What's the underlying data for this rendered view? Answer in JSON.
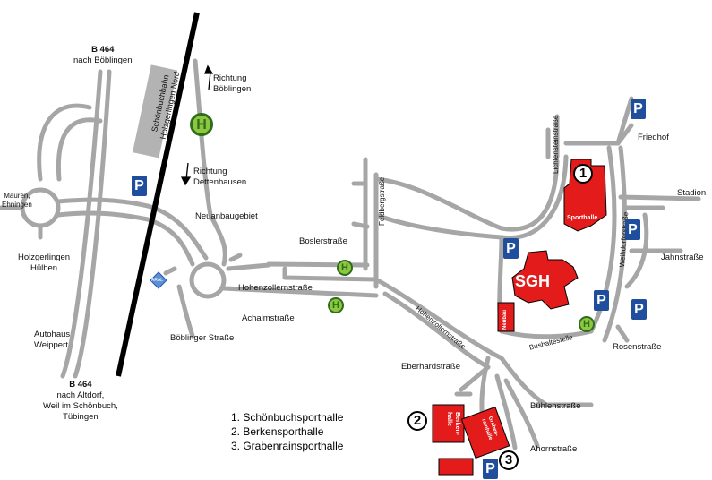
{
  "highway_top": {
    "name": "B 464",
    "dest": "nach Böblingen"
  },
  "highway_bottom": {
    "name": "B 464",
    "dest1": "nach Altdorf,",
    "dest2": "Weil im Schönbuch,",
    "dest3": "Tübingen"
  },
  "railway": {
    "line1": "Schönbuchbahn",
    "line2": "Holzgerlingen Nord"
  },
  "direction_north": {
    "line1": "Richtung",
    "line2": "Böblingen"
  },
  "direction_south": {
    "line1": "Richtung",
    "line2": "Dettenhausen"
  },
  "labels": {
    "mauren": "Mauren,",
    "ehningen": "Ehningen",
    "holzgerlingen": "Holzgerlingen",
    "huelben": "Hülben",
    "autohaus1": "Autohaus",
    "autohaus2": "Weippert",
    "neuanbaugebiet": "Neuanbaugebiet",
    "boslerstrasse": "Boslerstraße",
    "hohenzollernstrasse": "Hohenzollernstraße",
    "hohenzollernstrasse_diag": "Hohenzollernstraße",
    "achalmstrasse": "Achalmstraße",
    "boeblinger_strasse": "Böblinger Straße",
    "feldbergstrasse": "Feldbergstraße",
    "lichtensteinstrasse": "Lichtensteinstraße",
    "weihdorferstrasse": "Weihdorferstraße",
    "friedhof": "Friedhof",
    "stadion": "Stadion",
    "jahnstrasse": "Jahnstraße",
    "rosenstrasse": "Rosenstraße",
    "bushaltestelle": "Bushaltestelle",
    "eberhardstrasse": "Eberhardstraße",
    "buehlenstrasse": "Bühlenstraße",
    "ahornstrasse": "Ahornstraße",
    "aral": "ARAL"
  },
  "buildings": {
    "sgh": "SGH",
    "sporthalle": "Sporthalle",
    "neubau": "Neubau",
    "berkenhalle": "Berken-\nhalle",
    "grabenrain": "Graben-\nrainhalle"
  },
  "parking_symbol": "P",
  "bus_symbol": "H",
  "markers": [
    "1",
    "2",
    "3"
  ],
  "legend": [
    "1. Schönbuchsporthalle",
    "2. Berkensporthalle",
    "3. Grabenrainsporthalle"
  ],
  "colors": {
    "road": "#a6a6a6",
    "building": "#e31b1b",
    "parking": "#1f4e9c",
    "bus": "#8dc63f"
  }
}
